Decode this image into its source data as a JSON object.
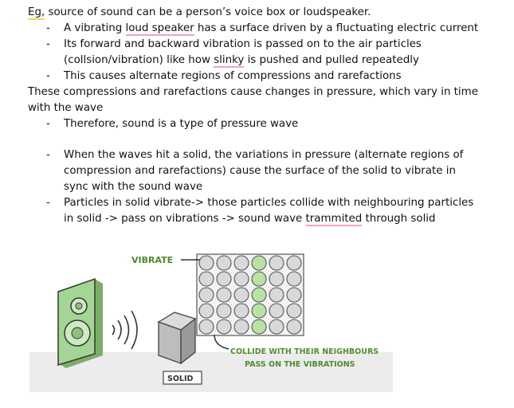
{
  "note": {
    "l1_pre": "Eg,",
    "l1_post": " source of sound can be a person’s voice box or loudspeaker.",
    "b1_pre": "A vibrating ",
    "b1_ul": "loud speaker",
    "b1_post": " has a surface driven by a fluctuating electric current",
    "b2_l1": "Its forward and backward vibration is passed on to the air particles",
    "b2_l2_pre": "(collsion/vibration) like how ",
    "b2_l2_ul": "slinky",
    "b2_l2_post": " is pushed and pulled repeatedly",
    "b3": "This causes alternate regions of compressions and rarefactions",
    "p1_l1": "These compressions and rarefactions cause changes in pressure, which vary in time",
    "p1_l2": "with the wave",
    "b4": "Therefore, sound is a type of pressure wave",
    "b5_l1": "When the waves hit a solid, the variations in pressure (alternate regions of",
    "b5_l2": "compression and rarefactions) cause the surface of the solid to vibrate in",
    "b5_l3": "sync with the sound wave",
    "b6_l1": "Particles in solid vibrate-> those particles collide with neighbouring particles",
    "b6_l2_pre": "in solid -> pass on vibrations -> sound wave ",
    "b6_l2_ul": "trammited",
    "b6_l2_post": " through solid",
    "dash": "-"
  },
  "figure": {
    "vibrate_label": "VIBRATE",
    "collide_line1": "COLLIDE WITH THEIR NEIGHBOURS",
    "collide_line2": "PASS ON THE VIBRATIONS",
    "solid_label": "SOLID"
  },
  "colors": {
    "underline": "#f2a3b5",
    "label_green": "#4f8a2f",
    "highlight_green": "#b8e3a4",
    "speaker_green": "#a4d596"
  }
}
